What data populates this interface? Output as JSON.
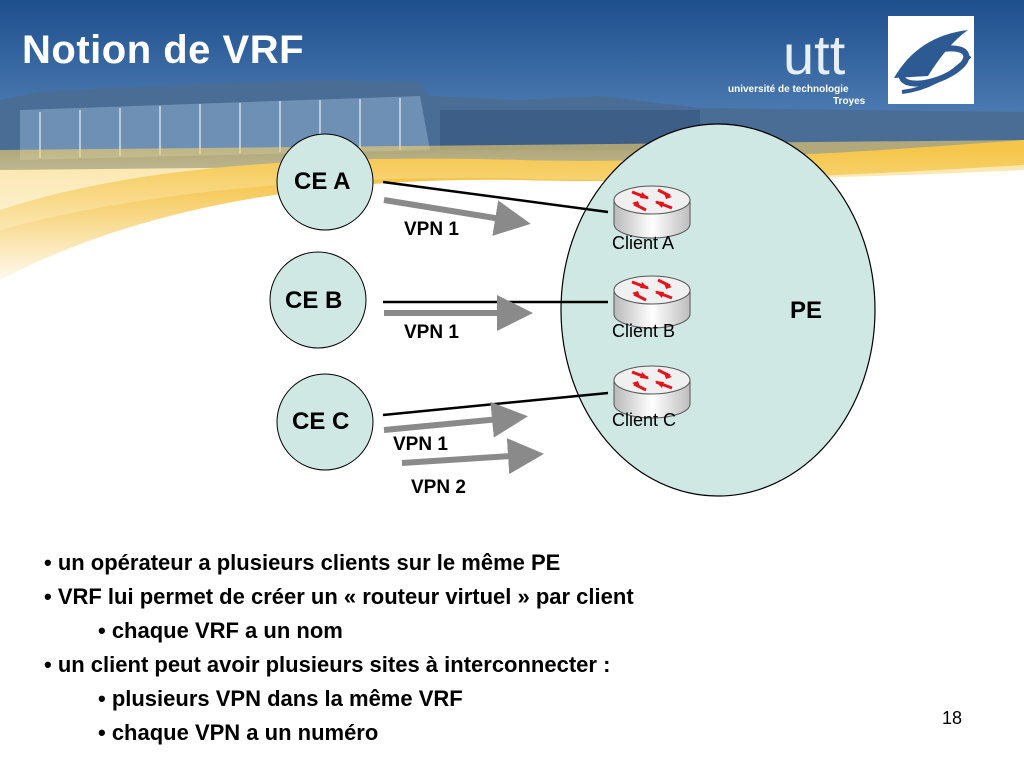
{
  "slide": {
    "title": "Notion de VRF",
    "page_number": "18"
  },
  "logo": {
    "name": "utt",
    "line1": "université de technologie",
    "line2": "Troyes"
  },
  "diagram": {
    "ce_a": "CE A",
    "ce_b": "CE B",
    "ce_c": "CE C",
    "pe": "PE",
    "client_a": "Client A",
    "client_b": "Client B",
    "client_c": "Client C",
    "vpn_a": "VPN 1",
    "vpn_b": "VPN 1",
    "vpn_c1": "VPN 1",
    "vpn_c2": "VPN 2"
  },
  "bullets": [
    "• un opérateur a plusieurs clients sur le même PE",
    "• VRF lui permet de créer un « routeur virtuel » par client",
    "• chaque VRF a un nom",
    "• un client peut avoir plusieurs sites à interconnecter :",
    "• plusieurs VPN dans la même VRF",
    "• chaque VPN a un numéro"
  ],
  "colors": {
    "node_fill": "#cfe8e4",
    "router_red": "#e3141b",
    "arrow_gray": "#8a8a8a",
    "banner_blue": "#2e5a93",
    "banner_yellow": "#f2b51b"
  }
}
